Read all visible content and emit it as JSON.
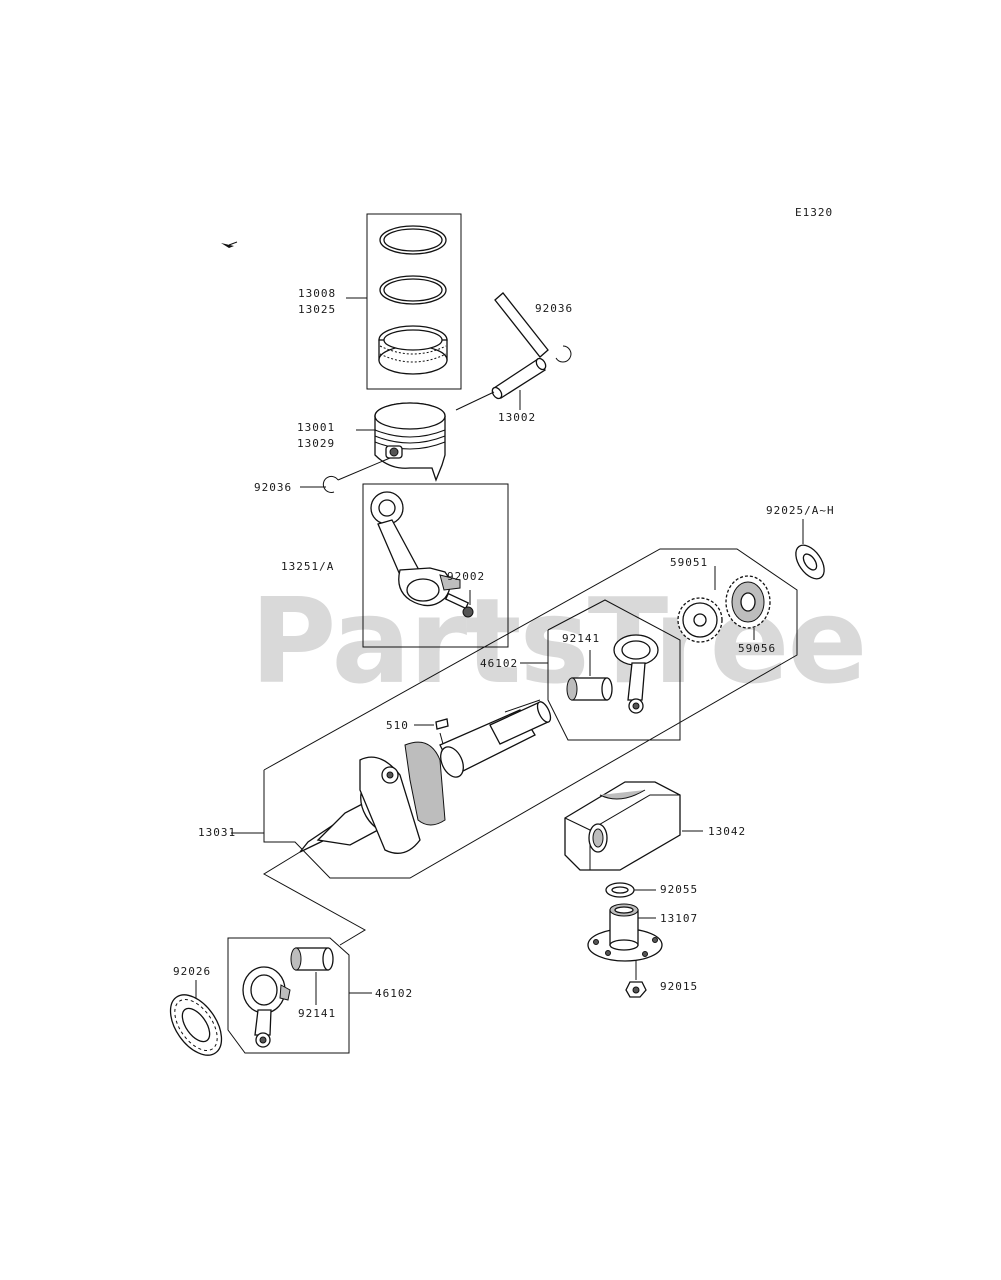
{
  "diagram_ref": "E1320",
  "watermark": "PartsTree",
  "callouts": {
    "ring_a": "13008",
    "ring_b": "13025",
    "clip_top": "92036",
    "pin": "13002",
    "piston_a": "13001",
    "piston_b": "13029",
    "clip_left": "92036",
    "conrod": "13251/A",
    "conrod_bolt": "92002",
    "shim": "92025/A~H",
    "gear_a": "59051",
    "gear_b": "59056",
    "bushing_top": "92141",
    "balancer_top": "46102",
    "key": "510",
    "crankshaft": "13031",
    "weight": "13042",
    "washer": "92055",
    "shaft": "13107",
    "nut": "92015",
    "seal": "92026",
    "bushing_bottom": "92141",
    "balancer_bottom": "46102"
  }
}
